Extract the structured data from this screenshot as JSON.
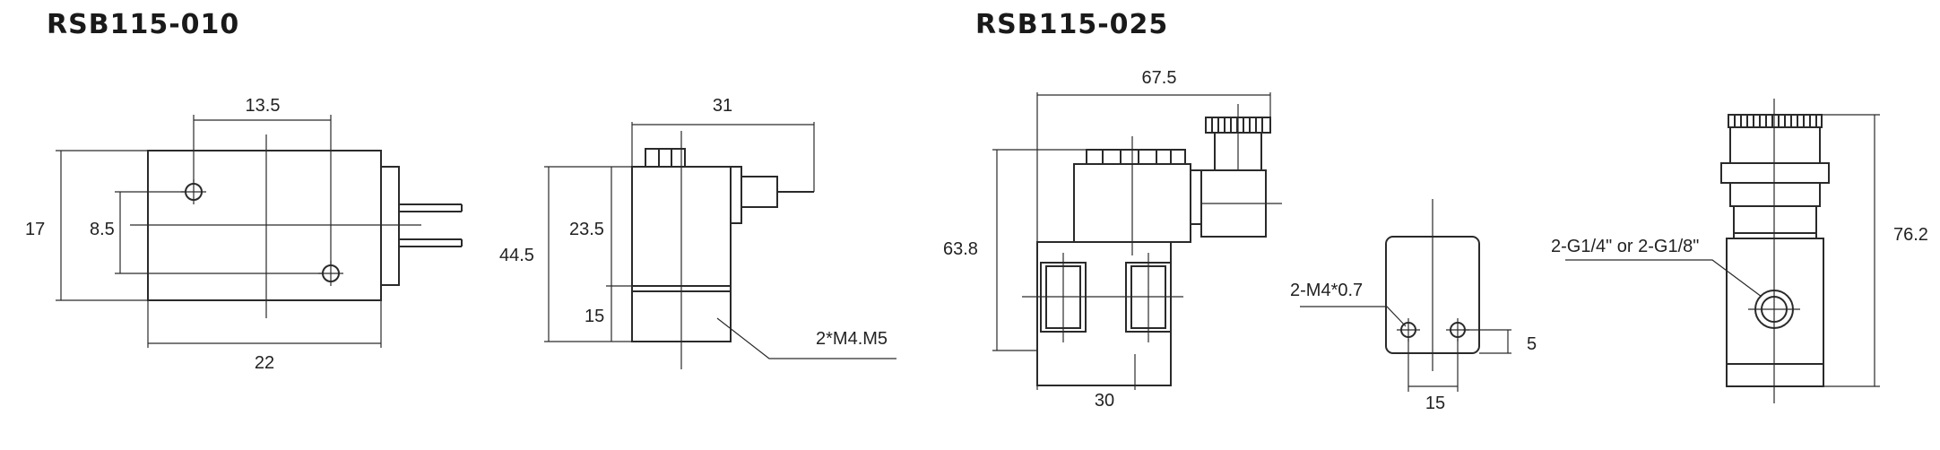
{
  "drawing_1": {
    "title": "RSB115-010",
    "dims": {
      "d13_5": "13.5",
      "d17": "17",
      "d8_5": "8.5",
      "d22": "22",
      "d31": "31",
      "d44_5": "44.5",
      "d23_5": "23.5",
      "d15": "15",
      "thread": "2*M4.M5"
    }
  },
  "drawing_2": {
    "title": "RSB115-025",
    "dims": {
      "d67_5": "67.5",
      "d63_8": "63.8",
      "d30": "30",
      "thread": "2-M4*0.7",
      "d5": "5",
      "d15": "15",
      "port": "2-G1/4\" or 2-G1/8\"",
      "d76_2": "76.2"
    }
  }
}
